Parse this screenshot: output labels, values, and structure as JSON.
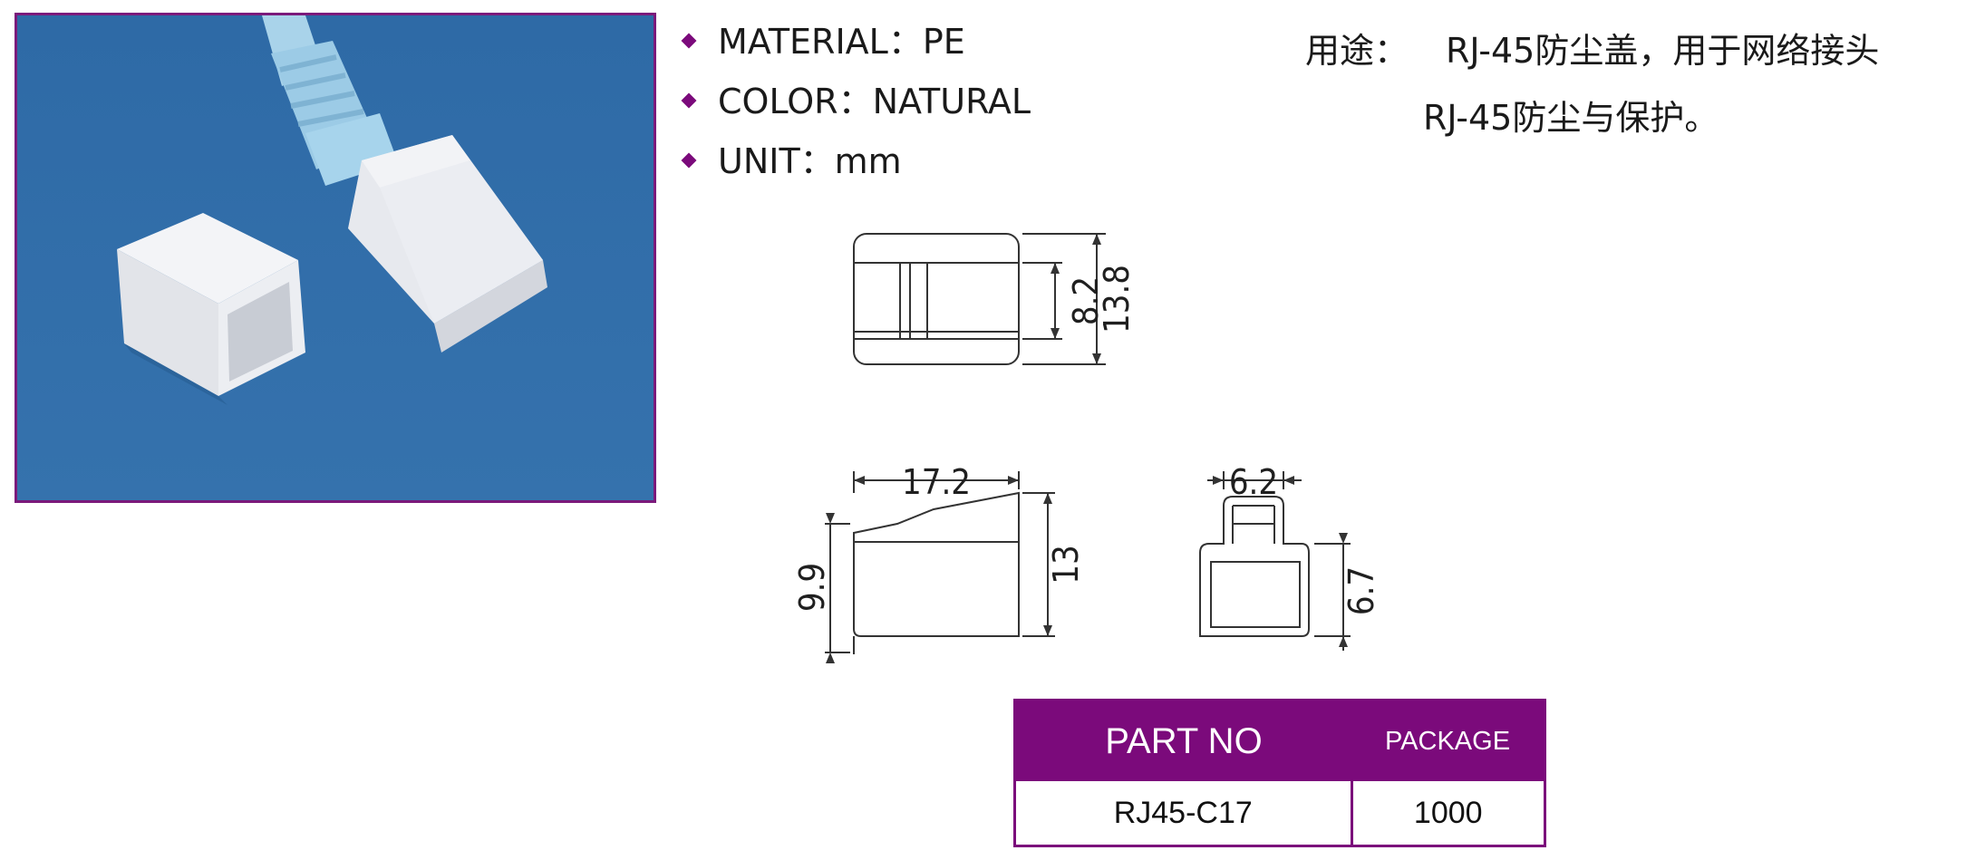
{
  "specs": [
    {
      "label": "MATERIAL：PE"
    },
    {
      "label": "COLOR：NATURAL"
    },
    {
      "label": "UNIT：mm"
    }
  ],
  "usage": {
    "label": "用途：",
    "line1": "RJ-45防尘盖，用于网络接头",
    "line2": "RJ-45防尘与保护。"
  },
  "dimensions": {
    "top_view_inner": "8.2",
    "top_view_outer": "13.8",
    "side_length": "17.2",
    "side_left_height": "9.9",
    "side_right_height": "13",
    "front_top_width": "6.2",
    "front_inner_height": "6.7"
  },
  "table": {
    "headers": [
      "PART NO",
      "PACKAGE"
    ],
    "rows": [
      [
        "RJ45-C17",
        "1000"
      ]
    ]
  },
  "colors": {
    "accent": "#7b0a7b",
    "photo_background": "#2f6aa5"
  }
}
